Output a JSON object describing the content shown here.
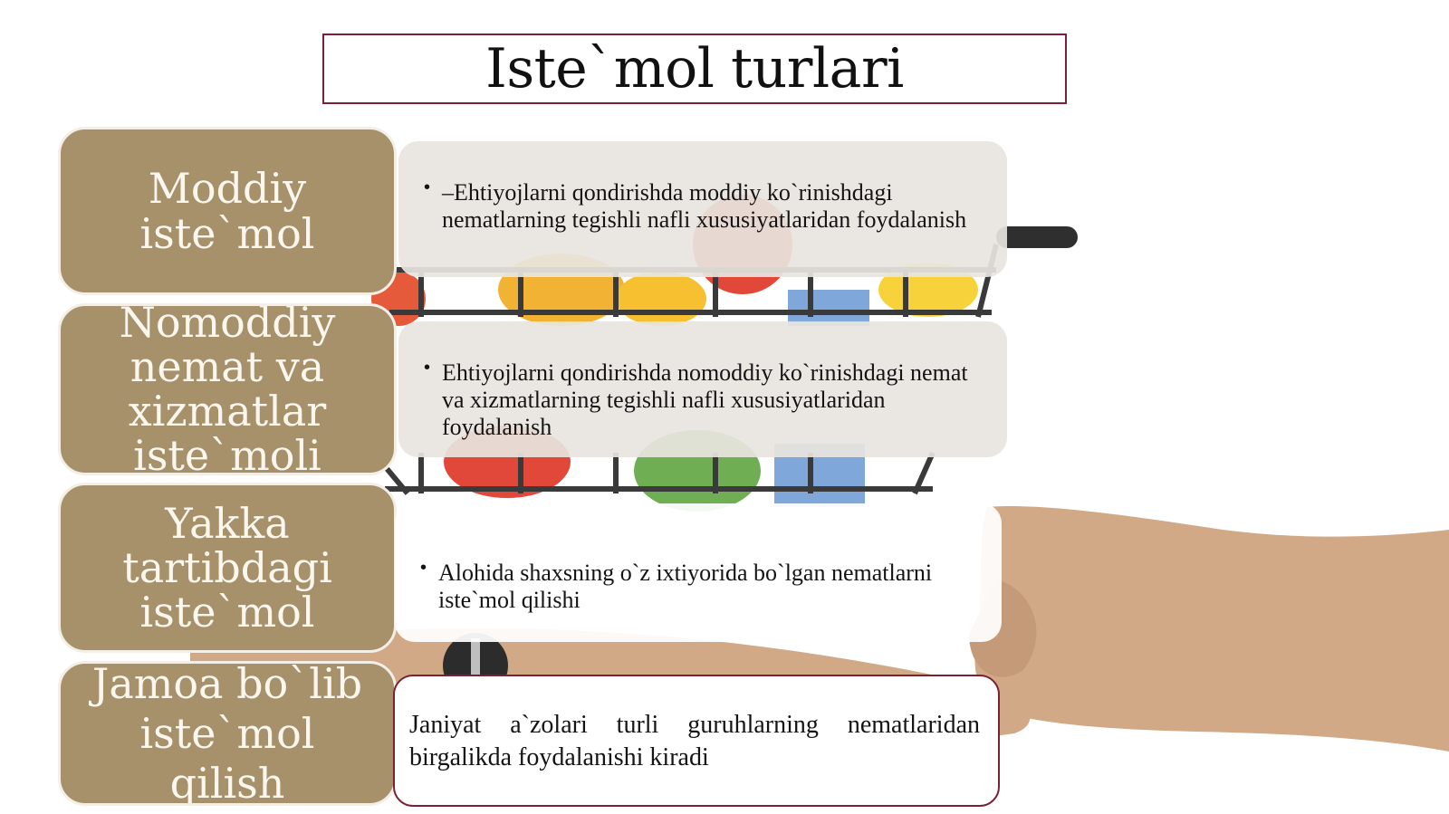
{
  "slide": {
    "title": "Iste`mol turlari"
  },
  "types": [
    {
      "label": "Moddiy iste`mol",
      "description": "–Ehtiyojlarni qondirishda moddiy ko`rinishdagi nematlarning tegishli nafli xususiyatlaridan foydalanish"
    },
    {
      "label": "Nomoddiy nemat va xizmatlar iste`moli",
      "description": "Ehtiyojlarni qondirishda nomoddiy ko`rinishdagi nemat va xizmatlarning tegishli nafli xususiyatlaridan foydalanish"
    },
    {
      "label": "Yakka tartibdagi iste`mol",
      "description": "Alohida shaxsning o`z ixtiyorida bo`lgan nematlarni iste`mol qilishi"
    },
    {
      "label": "Jamoa bo`lib iste`mol qilish",
      "description": "Janiyat a`zolari turli guruhlarning nematlaridan birgalikda foydalanishi kiradi"
    }
  ],
  "colors": {
    "label_fill": "#a6916b",
    "title_border": "#7a2235",
    "hand": "#d2a987",
    "cart_wire": "#3a3a3a"
  },
  "icons": [
    "shopping-cart-illustration",
    "hand-illustration"
  ]
}
